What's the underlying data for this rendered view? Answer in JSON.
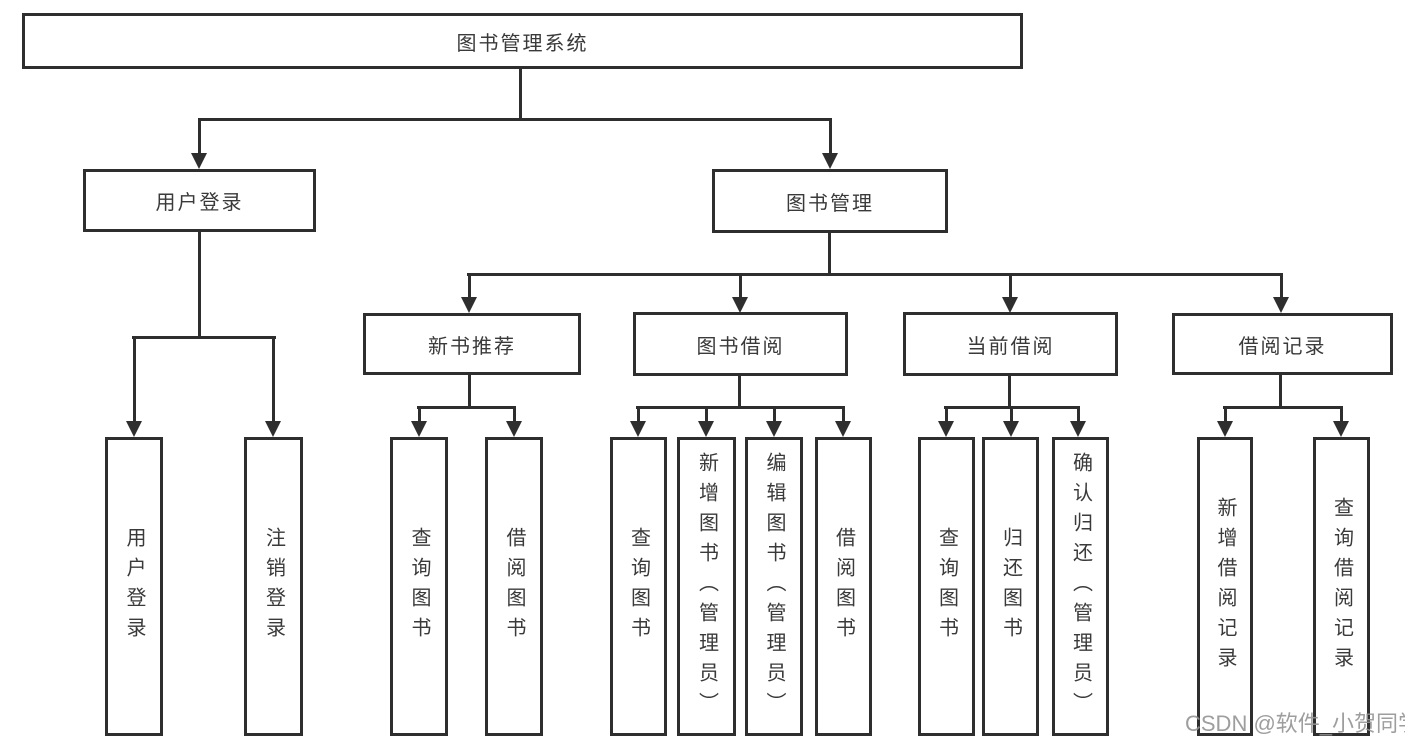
{
  "diagram": {
    "root": {
      "label": "图书管理系统"
    },
    "level2": [
      {
        "label": "用户登录"
      },
      {
        "label": "图书管理"
      }
    ],
    "level3": [
      {
        "label": "新书推荐"
      },
      {
        "label": "图书借阅"
      },
      {
        "label": "当前借阅"
      },
      {
        "label": "借阅记录"
      }
    ],
    "leaves": {
      "user_login": [
        "用户登录",
        "注销登录"
      ],
      "new_book": [
        "查询图书",
        "借阅图书"
      ],
      "book_borrow": [
        "查询图书",
        "新增图书（管理员）",
        "编辑图书（管理员）",
        "借阅图书"
      ],
      "current_borrow": [
        "查询图书",
        "归还图书",
        "确认归还（管理员）"
      ],
      "borrow_records": [
        "新增借阅记录",
        "查询借阅记录"
      ]
    }
  },
  "watermark": {
    "text": "CSDN @软件_小贺同学"
  },
  "colors": {
    "line": "#2e2e2e",
    "text": "#3a3a3a",
    "watermark": "#949494",
    "background": "#ffffff"
  }
}
